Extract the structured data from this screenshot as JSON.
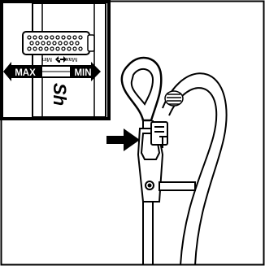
{
  "inset": {
    "scale": {
      "max_label": "MAX",
      "min_label": "MIN",
      "small_max_label": "Max",
      "small_min_label": "Min"
    },
    "brand_fragment": "Sh"
  }
}
